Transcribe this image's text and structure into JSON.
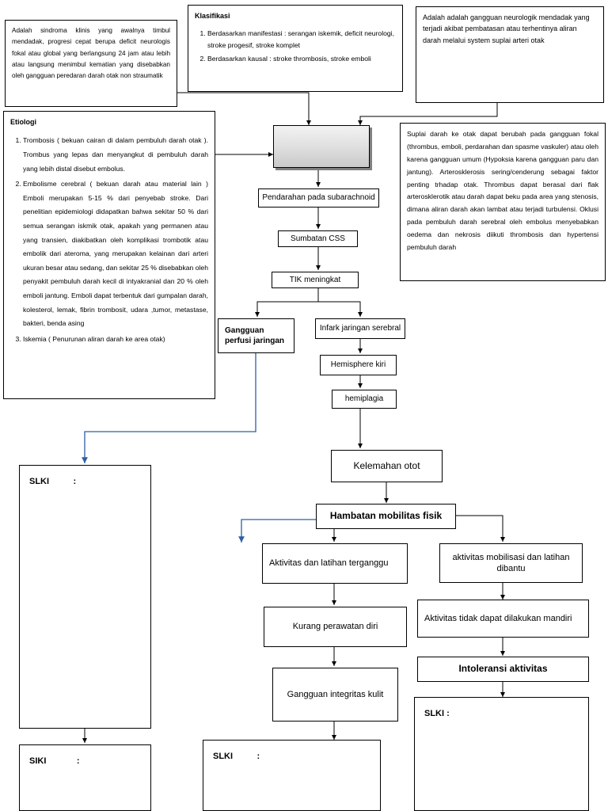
{
  "colors": {
    "line": "#000000",
    "blue_line": "#2d5fa4",
    "shadow": "#808080"
  },
  "boxes": {
    "definisi_kiri": "Adalah sindroma klinis yang awalnya timbul mendadak, progresi cepat berupa deficit neurologis fokal atau global yang berlangsung 24 jam atau lebih atau langsung menimbul kematian yang disebabkan oleh gangguan peredaran darah otak non straumatik",
    "klasifikasi_title": "Klasifikasi",
    "klasifikasi_items": [
      "Berdasarkan manifestasi : serangan iskemik, deficit neurologi, stroke progesif, stroke komplet",
      "Berdasarkan kausal : stroke thrombosis, stroke emboli"
    ],
    "definisi_kanan": "Adalah adalah gangguan neurologik mendadak yang terjadi akibat pembatasan atau terhentinya aliran darah melalui system suplai arteri otak",
    "etiologi_title": "Etiologi",
    "etiologi_items": [
      "Trombosis ( bekuan cairan di dalam pembuluh darah otak ). Trombus yang lepas dan  menyangkut di pembuluh darah yang lebih distal disebut embolus.",
      "Embolisme cerebral ( bekuan darah atau material lain ) Emboli merupakan 5-15 % dari penyebab stroke. Dari penelitian epidemiologi didapatkan bahwa sekitar 50 % dari semua serangan iskmik otak, apakah yang permanen atau yang transien, diakibatkan oleh komplikasi trombotik atau embolik dari ateroma, yang merupakan kelainan dari arteri ukuran besar atau sedang, dan sekitar 25 % disebabkan oleh penyakit pembuluh darah kecil di intyakranial dan 20 % oleh emboli jantung. Emboli dapat terbentuk dari gumpalan darah, kolesterol, lemak, fibrin trombosit, udara ,tumor, metastase, bakteri, benda asing",
      "Iskemia ( Penurunan aliran darah ke area otak)"
    ],
    "patofisiologi_kanan": "Suplai darah ke otak dapat berubah pada gangguan fokal (thrombus, emboli, perdarahan dan spasme vaskuler) atau oleh karena gangguan umum (Hypoksia karena gangguan paru dan jantung). Arterosklerosis sering/cenderung sebagai faktor penting trhadap otak. Thrombus dapat berasal dari flak arterosklerotik atau darah dapat beku pada area yang stenosis, dimana aliran darah akan lambat atau terjadi turbulensi. Oklusi pada pembuluh darah serebral oleh embolus menyebabkan oedema dan nekrosis diikuti thrombosis dan hypertensi pembuluh darah",
    "center_blank": ""
  },
  "flow": {
    "pendarahan": "Pendarahan pada subarachnoid",
    "sumbatan": "Sumbatan CSS",
    "tik": "TIK meningkat",
    "gangguan_perfusi": "Gangguan perfusi jaringan",
    "infark": "Infark jaringan serebral",
    "hemisphere": "Hemisphere kiri",
    "hemiplagia": "hemiplagia",
    "kelemahan": "Kelemahan otot",
    "hambatan": "Hambatan mobilitas fisik",
    "aktivitas_terganggu": "Aktivitas dan latihan terganggu",
    "kurang_perawatan": "Kurang perawatan diri",
    "gangguan_integritas": "Gangguan integritas kulit",
    "aktivitas_dibantu": "aktivitas mobilisasi dan latihan dibantu",
    "aktivitas_mandiri": "Aktivitas tidak dapat dilakukan mandiri",
    "intoleransi": "Intoleransi aktivitas"
  },
  "labels": {
    "slki_left": "SLKI",
    "slki_left_colon": ":",
    "siki_left": "SIKI",
    "siki_left_colon": ":",
    "slki_mid": "SLKI",
    "slki_mid_colon": ":",
    "slki_right": "SLKI :"
  }
}
